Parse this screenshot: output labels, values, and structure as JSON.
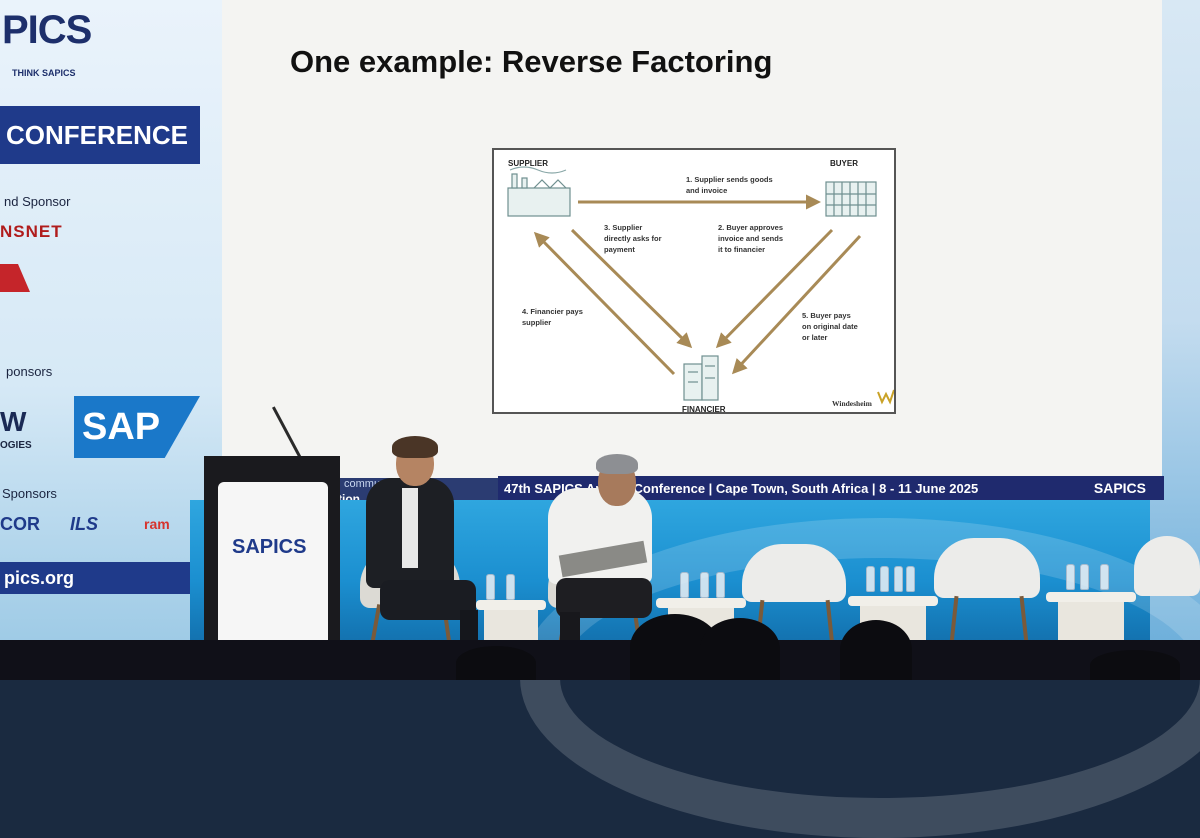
{
  "left_banner": {
    "logo": "PICS",
    "tagline": "THINK SAPICS",
    "conference": "CONFERENCE",
    "sponsor_heading": "nd Sponsor",
    "sponsor_name": "NSNET",
    "sponsors_label": "ponsors",
    "sap": "SAP",
    "w_logo": "W",
    "w_sub": "OGIES",
    "sponsors_label_2": "Sponsors",
    "cor": "COR",
    "ils": "ILS",
    "ram": "ram",
    "url": "pics.org"
  },
  "slide": {
    "title": "One example: Reverse Factoring",
    "diagram": {
      "supplier": "SUPPLIER",
      "buyer": "BUYER",
      "financier": "FINANCIER",
      "step1_line1": "1. Supplier sends goods",
      "step1_line2": "and invoice",
      "step2_line1": "2. Buyer approves",
      "step2_line2": "invoice and sends",
      "step2_line3": "it to financier",
      "step3_line1": "3. Supplier",
      "step3_line2": "directly asks for",
      "step3_line3": "payment",
      "step4_line1": "4. Financier pays",
      "step4_line2": "supplier",
      "step5_line1": "5. Buyer pays",
      "step5_line2": "on original date",
      "step5_line3": "or later",
      "brand": "Windesheim"
    }
  },
  "footer": {
    "conference_text": "47th SAPICS Annual Conference | Cape Town, South Africa | 8 - 11 June 2025",
    "logo": "SAPICS",
    "faint_text": "community",
    "faint_text_2": "tion"
  },
  "podium": {
    "logo": "SAPICS"
  },
  "colors": {
    "screen": "#f4f4f2",
    "arrow": "#a88a56",
    "banner_blue": "#1f3a8a",
    "stage_blue": "#1b8fd0"
  }
}
